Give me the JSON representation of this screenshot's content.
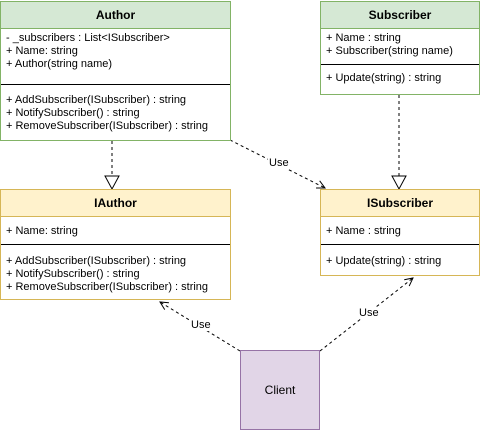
{
  "author": {
    "title": "Author",
    "fields": [
      "-  _subscribers : List<ISubscriber>",
      "+ Name: string",
      "+ Author(string name)"
    ],
    "methods": [
      "+ AddSubscriber(ISubscriber) : string",
      "+ NotifySubscriber() : string",
      "+ RemoveSubscriber(ISubscriber) : string"
    ]
  },
  "subscriber": {
    "title": "Subscriber",
    "fields": [
      "+ Name : string",
      "+ Subscriber(string name)"
    ],
    "methods": [
      "+ Update(string) : string"
    ]
  },
  "iauthor": {
    "title": "IAuthor",
    "fields": [
      "+ Name: string"
    ],
    "methods": [
      "+ AddSubscriber(ISubscriber) : string",
      "+ NotifySubscriber() : string",
      "+ RemoveSubscriber(ISubscriber) : string"
    ]
  },
  "isubscriber": {
    "title": "ISubscriber",
    "fields": [
      "+ Name : string"
    ],
    "methods": [
      "+ Update(string) : string"
    ]
  },
  "client": {
    "label": "Client"
  },
  "edge_labels": {
    "author_uses_isubscriber": "Use",
    "client_uses_iauthor": "Use",
    "client_uses_isubscriber": "Use"
  },
  "colors": {
    "class_fill": "#d5e8d4",
    "class_border": "#82b366",
    "interface_fill": "#fff2cc",
    "interface_border": "#d6b656",
    "client_fill": "#e1d5e7",
    "client_border": "#9673a6"
  }
}
